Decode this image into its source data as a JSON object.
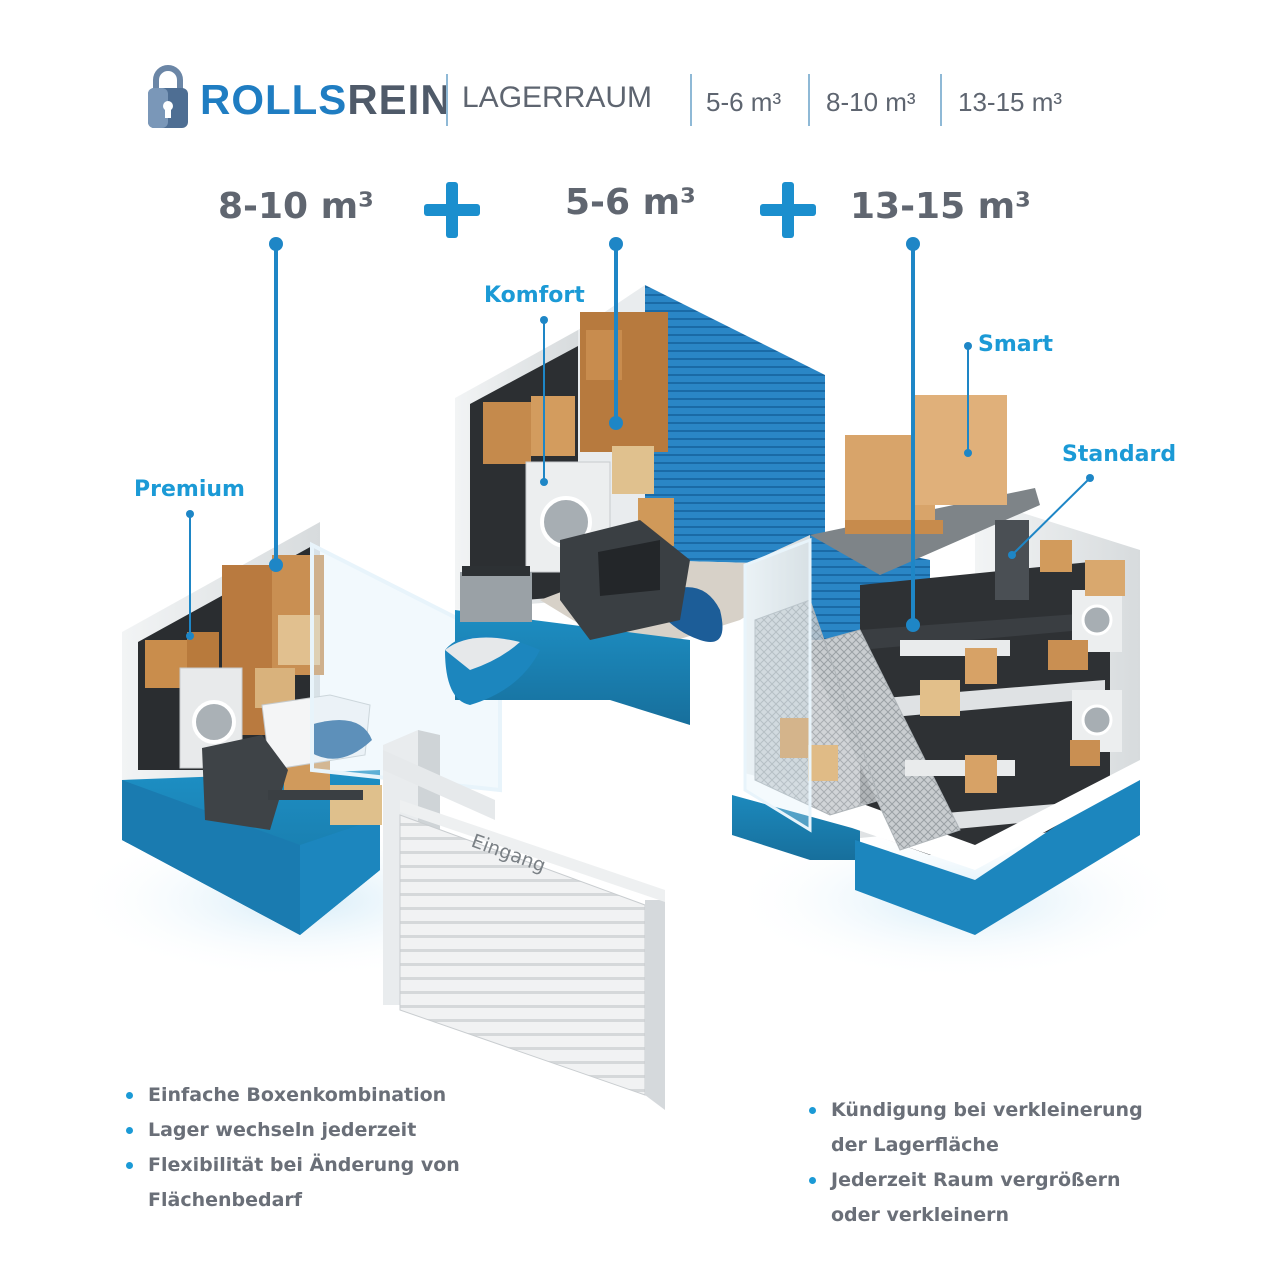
{
  "header": {
    "brand_part1": "ROLLS",
    "brand_part2": "REIN",
    "section": "LAGERRAUM",
    "sizes": [
      "5-6 m³",
      "8-10 m³",
      "13-15 m³"
    ]
  },
  "volumes": {
    "left": "8-10 m³",
    "middle": "5-6 m³",
    "right": "13-15 m³"
  },
  "tiers": {
    "premium": "Premium",
    "komfort": "Komfort",
    "smart": "Smart",
    "standard": "Standard"
  },
  "entrance_label": "Eingang",
  "bullets_left": [
    "Einfache Boxenkombination",
    "Lager wechseln jederzeit",
    "Flexibilität bei Änderung von",
    "Flächenbedarf"
  ],
  "bullets_right": [
    "Kündigung bei verkleinerung",
    "der Lagerfläche",
    "Jederzeit Raum vergrößern",
    "oder verkleinern"
  ],
  "colors": {
    "accent": "#1b9ad6",
    "brand_blue": "#1f7dc2",
    "base_blue": "#1e86b8",
    "text_gray": "#606670"
  }
}
